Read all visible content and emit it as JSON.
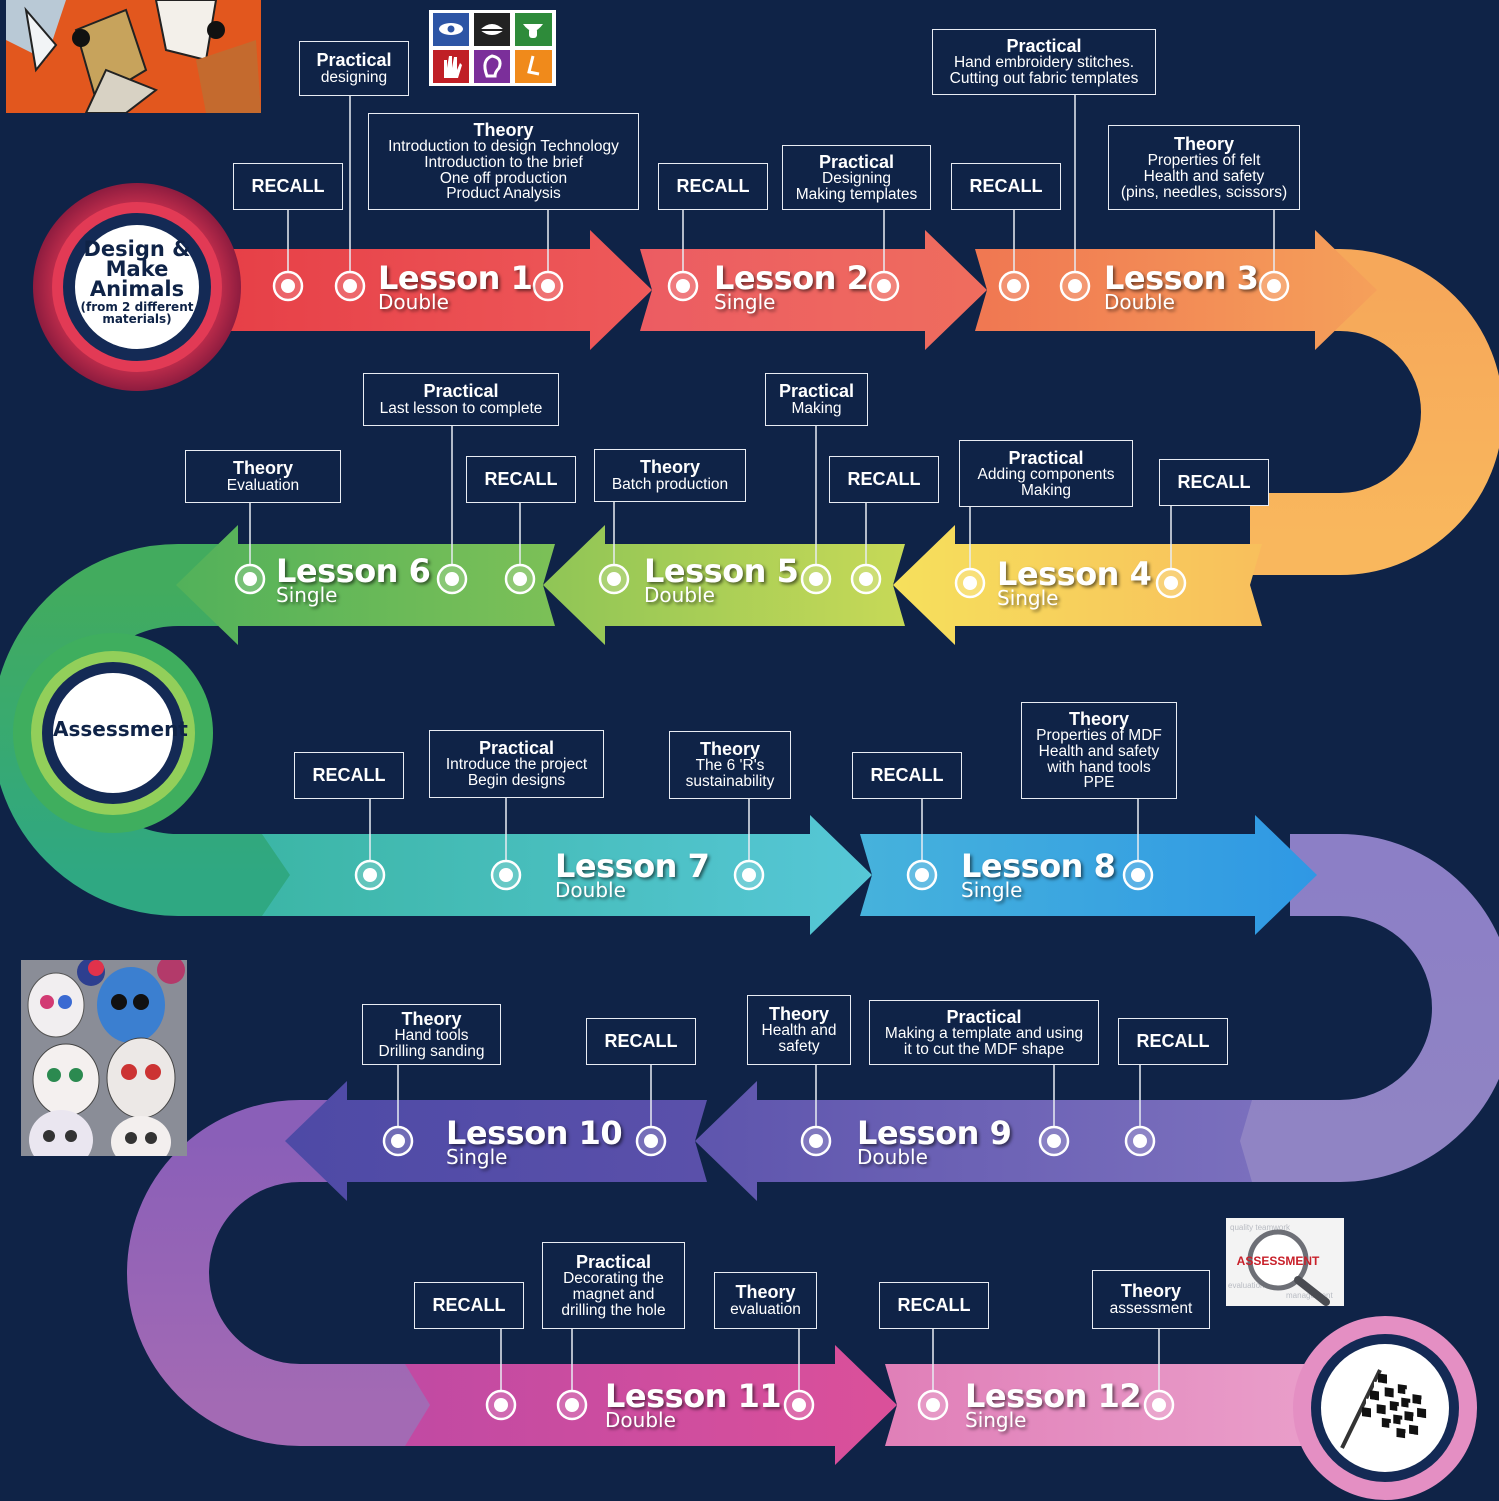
{
  "start_badge": {
    "title": "Design & Make Animals",
    "title_line1": "Design &",
    "title_line2": "Make",
    "title_line3": "Animals",
    "subtitle": "(from 2 different materials)",
    "sub_line1": "(from 2 different",
    "sub_line2": "materials)"
  },
  "assessment_badge": {
    "label": "Assessment"
  },
  "finish_badge": {
    "icon": "checkered-flag-icon"
  },
  "images": {
    "top_left": "animal-artwork-photo",
    "senses": "senses-icons",
    "left_mid": "sugar-skull-magnets-photo",
    "bottom_right": "assessment-magnifier-image",
    "bottom_right_word": "ASSESSMENT"
  },
  "lessons": [
    {
      "name": "Lesson 1",
      "type": "Double"
    },
    {
      "name": "Lesson 2",
      "type": "Single"
    },
    {
      "name": "Lesson 3",
      "type": "Double"
    },
    {
      "name": "Lesson 4",
      "type": "Single"
    },
    {
      "name": "Lesson 5",
      "type": "Double"
    },
    {
      "name": "Lesson 6",
      "type": "Single"
    },
    {
      "name": "Lesson 7",
      "type": "Double"
    },
    {
      "name": "Lesson 8",
      "type": "Single"
    },
    {
      "name": "Lesson 9",
      "type": "Double"
    },
    {
      "name": "Lesson 10",
      "type": "Single"
    },
    {
      "name": "Lesson 11",
      "type": "Double"
    },
    {
      "name": "Lesson 12",
      "type": "Single"
    }
  ],
  "boxes": [
    {
      "title": "RECALL",
      "lines": []
    },
    {
      "title": "Practical",
      "lines": [
        "designing"
      ]
    },
    {
      "title": "Theory",
      "lines": [
        "Introduction to design Technology",
        "Introduction to the brief",
        "One off production",
        "Product Analysis"
      ]
    },
    {
      "title": "RECALL",
      "lines": []
    },
    {
      "title": "Practical",
      "lines": [
        "Designing",
        "Making templates"
      ]
    },
    {
      "title": "RECALL",
      "lines": []
    },
    {
      "title": "Practical",
      "lines": [
        "Hand embroidery stitches.",
        "Cutting out fabric templates"
      ]
    },
    {
      "title": "Theory",
      "lines": [
        "Properties of felt",
        "Health and safety",
        "(pins, needles, scissors)"
      ]
    },
    {
      "title": "Theory",
      "lines": [
        "Evaluation"
      ]
    },
    {
      "title": "Practical",
      "lines": [
        "Last lesson to complete"
      ]
    },
    {
      "title": "RECALL",
      "lines": []
    },
    {
      "title": "Theory",
      "lines": [
        "Batch production"
      ]
    },
    {
      "title": "Practical",
      "lines": [
        "Making"
      ]
    },
    {
      "title": "RECALL",
      "lines": []
    },
    {
      "title": "Practical",
      "lines": [
        "Adding components",
        "Making"
      ]
    },
    {
      "title": "RECALL",
      "lines": []
    },
    {
      "title": "RECALL",
      "lines": []
    },
    {
      "title": "Practical",
      "lines": [
        "Introduce the project",
        "Begin designs"
      ]
    },
    {
      "title": "Theory",
      "lines": [
        "The 6 'R's",
        "sustainability"
      ]
    },
    {
      "title": "RECALL",
      "lines": []
    },
    {
      "title": "Theory",
      "lines": [
        "Properties of MDF",
        "Health and safety",
        "with hand tools",
        "PPE"
      ]
    },
    {
      "title": "Theory",
      "lines": [
        "Hand tools",
        "Drilling sanding"
      ]
    },
    {
      "title": "RECALL",
      "lines": []
    },
    {
      "title": "Theory",
      "lines": [
        "Health and",
        "safety"
      ]
    },
    {
      "title": "Practical",
      "lines": [
        "Making a template and using",
        "it to cut the MDF shape"
      ]
    },
    {
      "title": "RECALL",
      "lines": []
    },
    {
      "title": "RECALL",
      "lines": []
    },
    {
      "title": "Practical",
      "lines": [
        "Decorating the",
        "magnet and",
        "drilling the hole"
      ]
    },
    {
      "title": "Theory",
      "lines": [
        "evaluation"
      ]
    },
    {
      "title": "RECALL",
      "lines": []
    },
    {
      "title": "Theory",
      "lines": [
        "assessment"
      ]
    }
  ],
  "colors": {
    "background": "#0f2347",
    "lesson_1": "#e84c4c",
    "lesson_2": "#ea5d63",
    "lesson_3": "#f0814f",
    "lesson_4": "#f7d05a",
    "lesson_5": "#a5cd56",
    "lesson_6": "#6ab955",
    "lesson_7": "#4fc2cf",
    "lesson_8": "#36a6e6",
    "lesson_9": "#6558b0",
    "lesson_10": "#5a4fa7",
    "lesson_11": "#d44b98",
    "lesson_12": "#e48fc3"
  }
}
